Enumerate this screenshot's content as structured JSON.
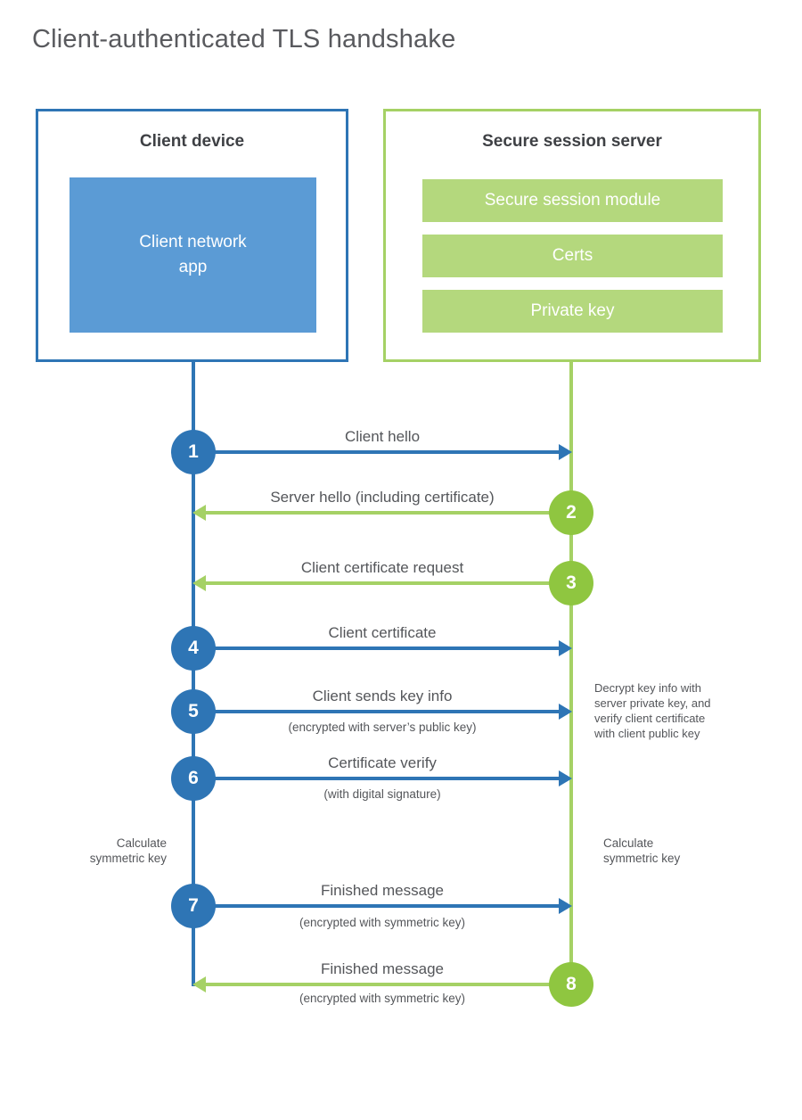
{
  "title": "Client-authenticated TLS handshake",
  "colors": {
    "blue": "#2E75B5",
    "blue_fill": "#5B9BD5",
    "green": "#A5D165",
    "green_circle": "#8FC640",
    "green_fill": "#B4D87D",
    "text": "#54565A"
  },
  "client": {
    "title": "Client device",
    "app": "Client network\napp"
  },
  "server": {
    "title": "Secure session server",
    "modules": [
      "Secure session module",
      "Certs",
      "Private key"
    ]
  },
  "steps": [
    {
      "num": "1",
      "label": "Client hello",
      "sub": "",
      "from": "client",
      "direction": "right"
    },
    {
      "num": "2",
      "label": "Server hello (including certificate)",
      "sub": "",
      "from": "server",
      "direction": "left"
    },
    {
      "num": "3",
      "label": "Client certificate request",
      "sub": "",
      "from": "server",
      "direction": "left"
    },
    {
      "num": "4",
      "label": "Client certificate",
      "sub": "",
      "from": "client",
      "direction": "right"
    },
    {
      "num": "5",
      "label": "Client sends key info",
      "sub": "(encrypted with server’s public key)",
      "from": "client",
      "direction": "right"
    },
    {
      "num": "6",
      "label": "Certificate verify",
      "sub": "(with digital signature)",
      "from": "client",
      "direction": "right"
    },
    {
      "num": "7",
      "label": "Finished message",
      "sub": "(encrypted with symmetric key)",
      "from": "client",
      "direction": "right"
    },
    {
      "num": "8",
      "label": "Finished message",
      "sub": "(encrypted with symmetric key)",
      "from": "server",
      "direction": "left"
    }
  ],
  "annotations": {
    "decrypt_note": "Decrypt key info with\nserver private key, and\nverify client certificate\nwith client public key",
    "calculate_left": "Calculate\nsymmetric key",
    "calculate_right": "Calculate\nsymmetric key"
  }
}
